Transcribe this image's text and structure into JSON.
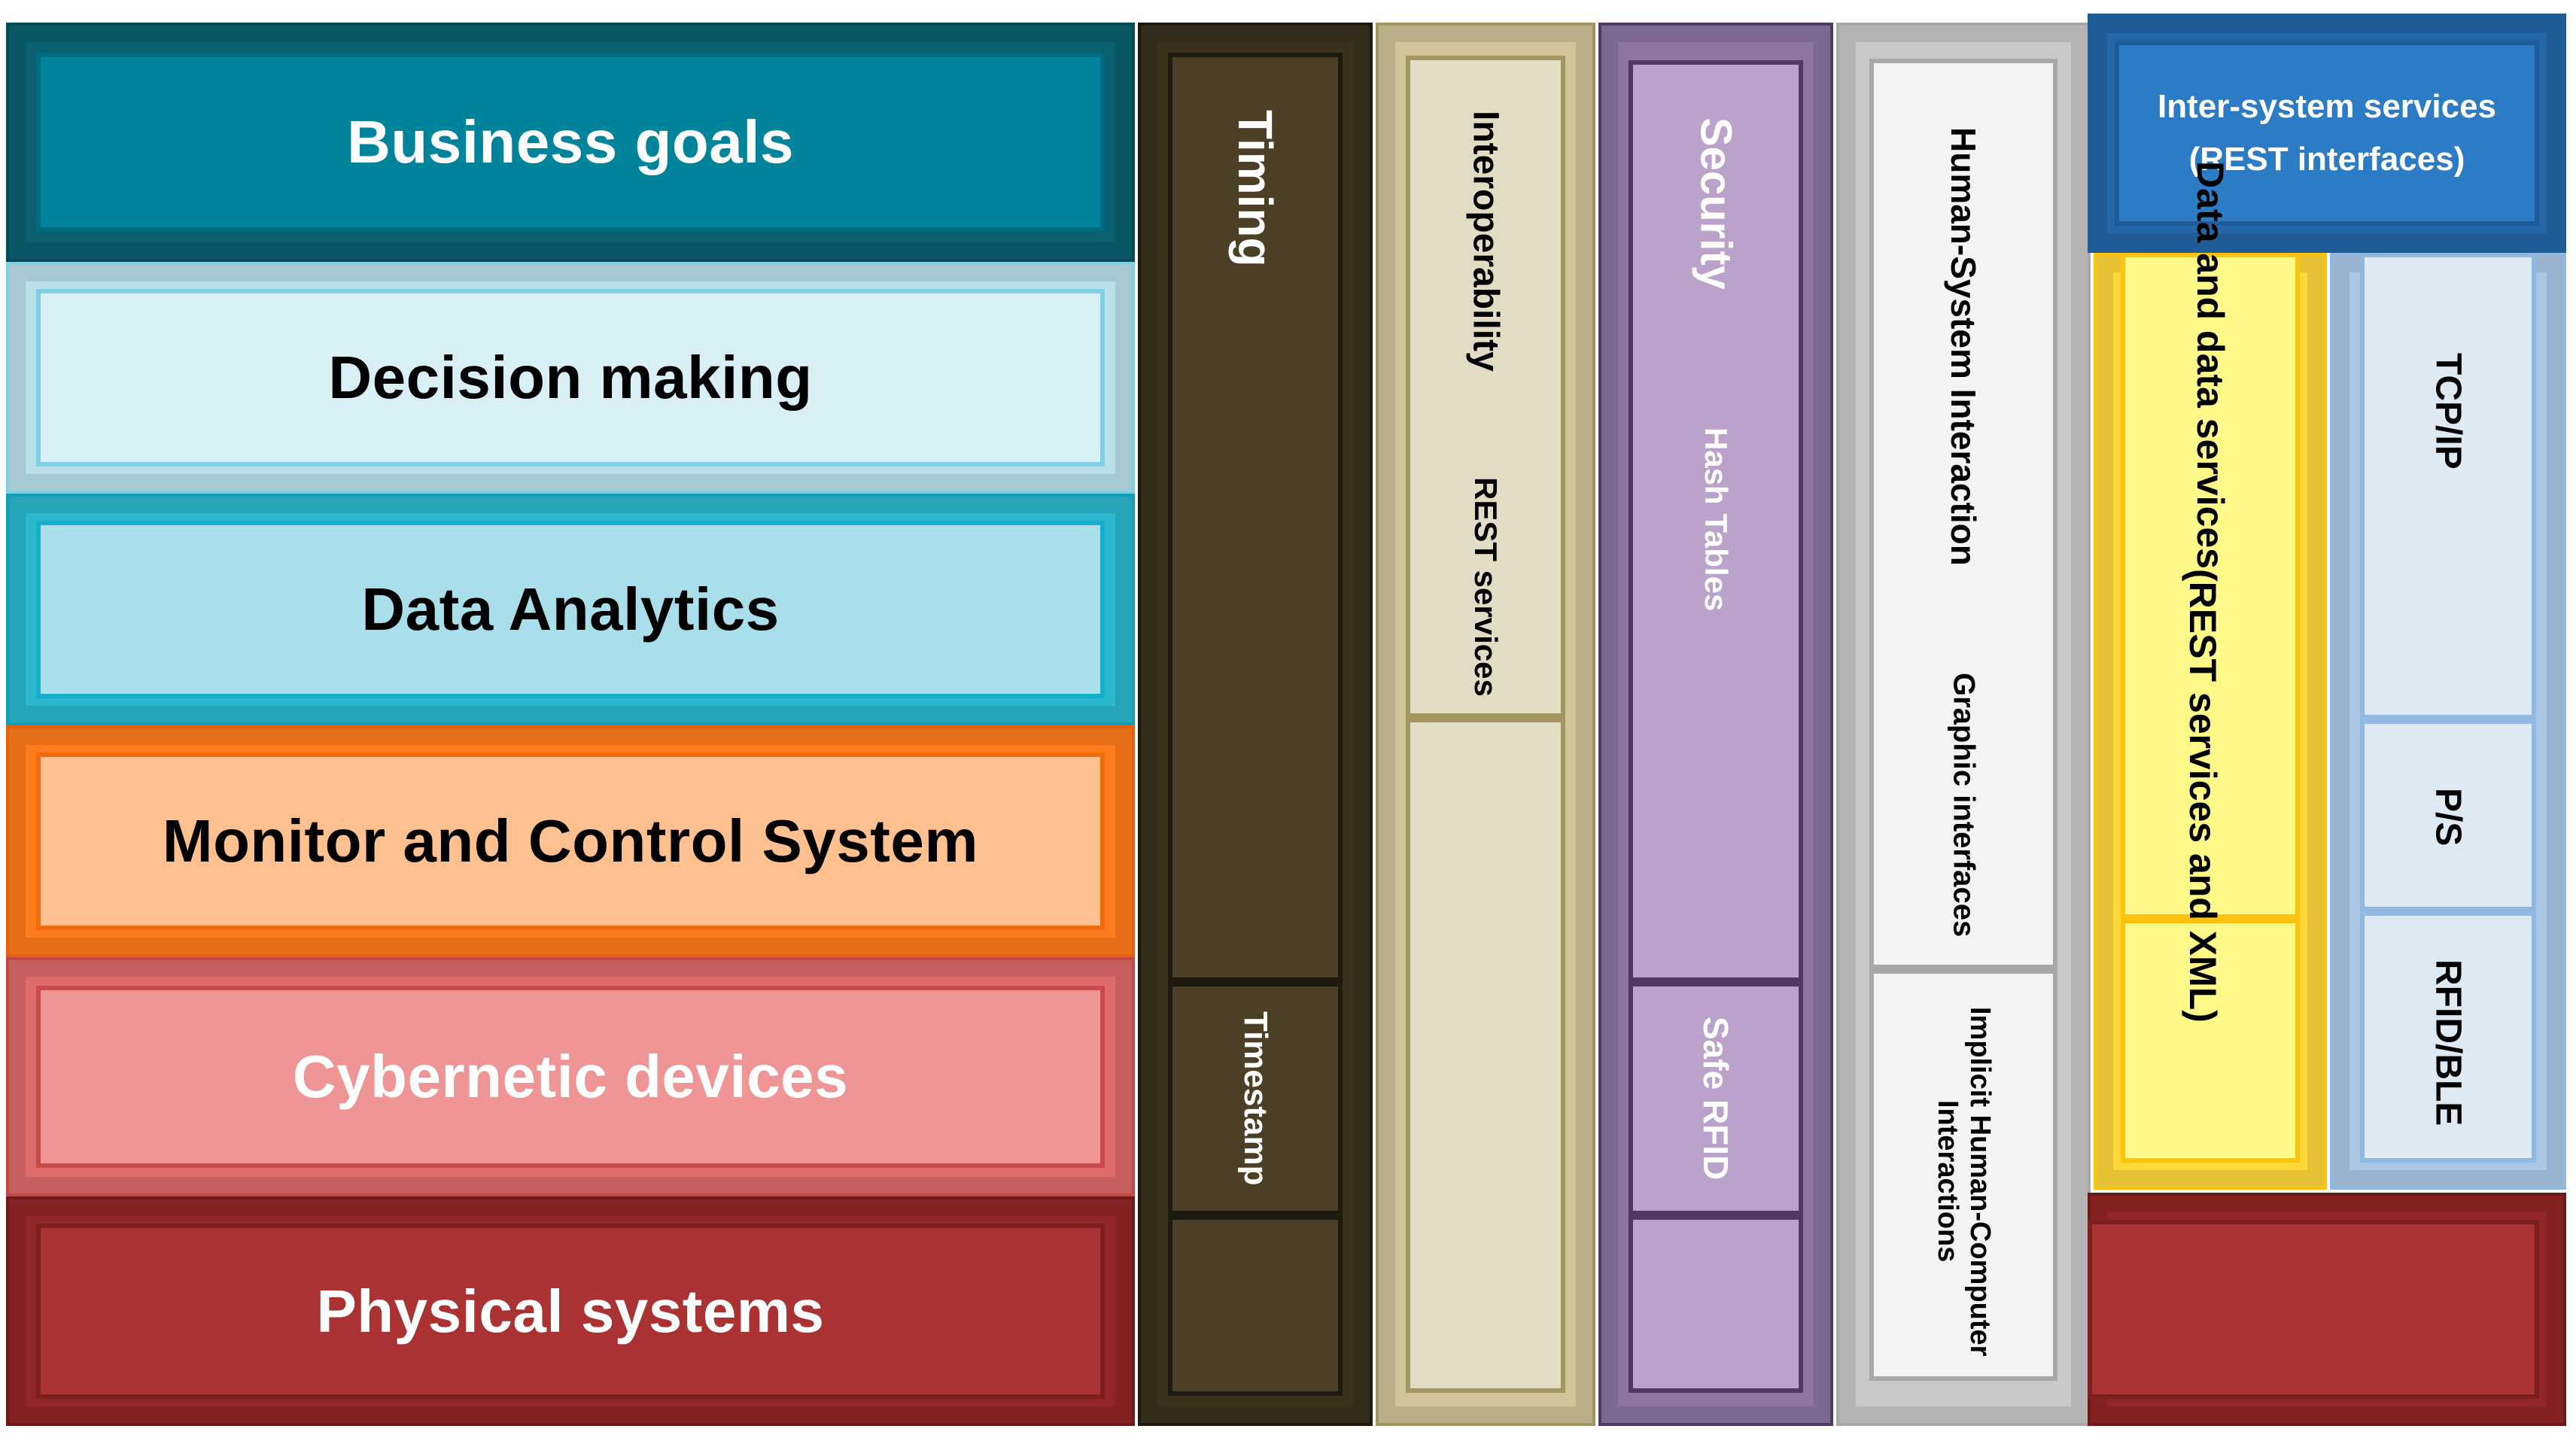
{
  "layers": [
    {
      "id": "business",
      "label": "Business goals",
      "face": "#00849b",
      "edge": "#006b7f",
      "rim": "#0a5f70",
      "text": "#ffffff"
    },
    {
      "id": "decision",
      "label": "Decision making",
      "face": "#d8eff6",
      "edge": "#7fd0e2",
      "rim": "#b9dfe9",
      "text": "#000000"
    },
    {
      "id": "analytics",
      "label": "Data Analytics",
      "face": "#a8dfea",
      "edge": "#15afc9",
      "rim": "#2bb7cd",
      "text": "#000000"
    },
    {
      "id": "monitor",
      "label": "Monitor and Control System",
      "face": "#ffc08f",
      "edge": "#f26b0f",
      "rim": "#ff7b1c",
      "text": "#000000"
    },
    {
      "id": "cyber",
      "label": "Cybernetic devices",
      "face": "#ef9595",
      "edge": "#c94a4a",
      "rim": "#de6a6a",
      "text": "#ffffff"
    },
    {
      "id": "physical",
      "label": "Physical systems",
      "face": "#aa3232",
      "edge": "#7e1f1f",
      "rim": "#932626",
      "text": "#ffffff"
    }
  ],
  "pillars": {
    "timing": {
      "label": "Timing",
      "sub": "Timestamp",
      "face": "#4b3f26",
      "edge": "#1f1a10",
      "text": "#ffffff"
    },
    "interop": {
      "label": "Interoperability",
      "sub": "REST services",
      "face": "#e2dcc5",
      "edge": "#a39560",
      "text": "#000000"
    },
    "security": {
      "label": "Security",
      "sub1": "Hash Tables",
      "sub2": "Safe RFID",
      "face": "#bba2cb",
      "edge": "#4f3a66",
      "text": "#ffffff"
    },
    "hsi": {
      "label": "Human-System Interaction",
      "sub1": "Graphic interfaces",
      "sub2": "Implicit Human-Computer Interactions",
      "face": "#f3f3f3",
      "edge": "#a8a8a8",
      "text": "#000000"
    }
  },
  "services": {
    "inter": {
      "label_line1": "Inter-system services",
      "label_line2": "(REST interfaces)",
      "face": "#2b7cc4",
      "edge": "#1d5c99"
    },
    "data": {
      "label_line1": "Data and data services",
      "label_line2": "(REST services and XML)",
      "face": "#fff98a",
      "edge": "#ffc20d"
    },
    "protocols": [
      {
        "label": "TCP/IP"
      },
      {
        "label": "P/S"
      },
      {
        "label": "RFID/BLE"
      }
    ],
    "protocol_face": "#dde9f3",
    "protocol_edge": "#8fb9e2",
    "base_face": "#aa3232",
    "base_edge": "#7e1f1f"
  }
}
